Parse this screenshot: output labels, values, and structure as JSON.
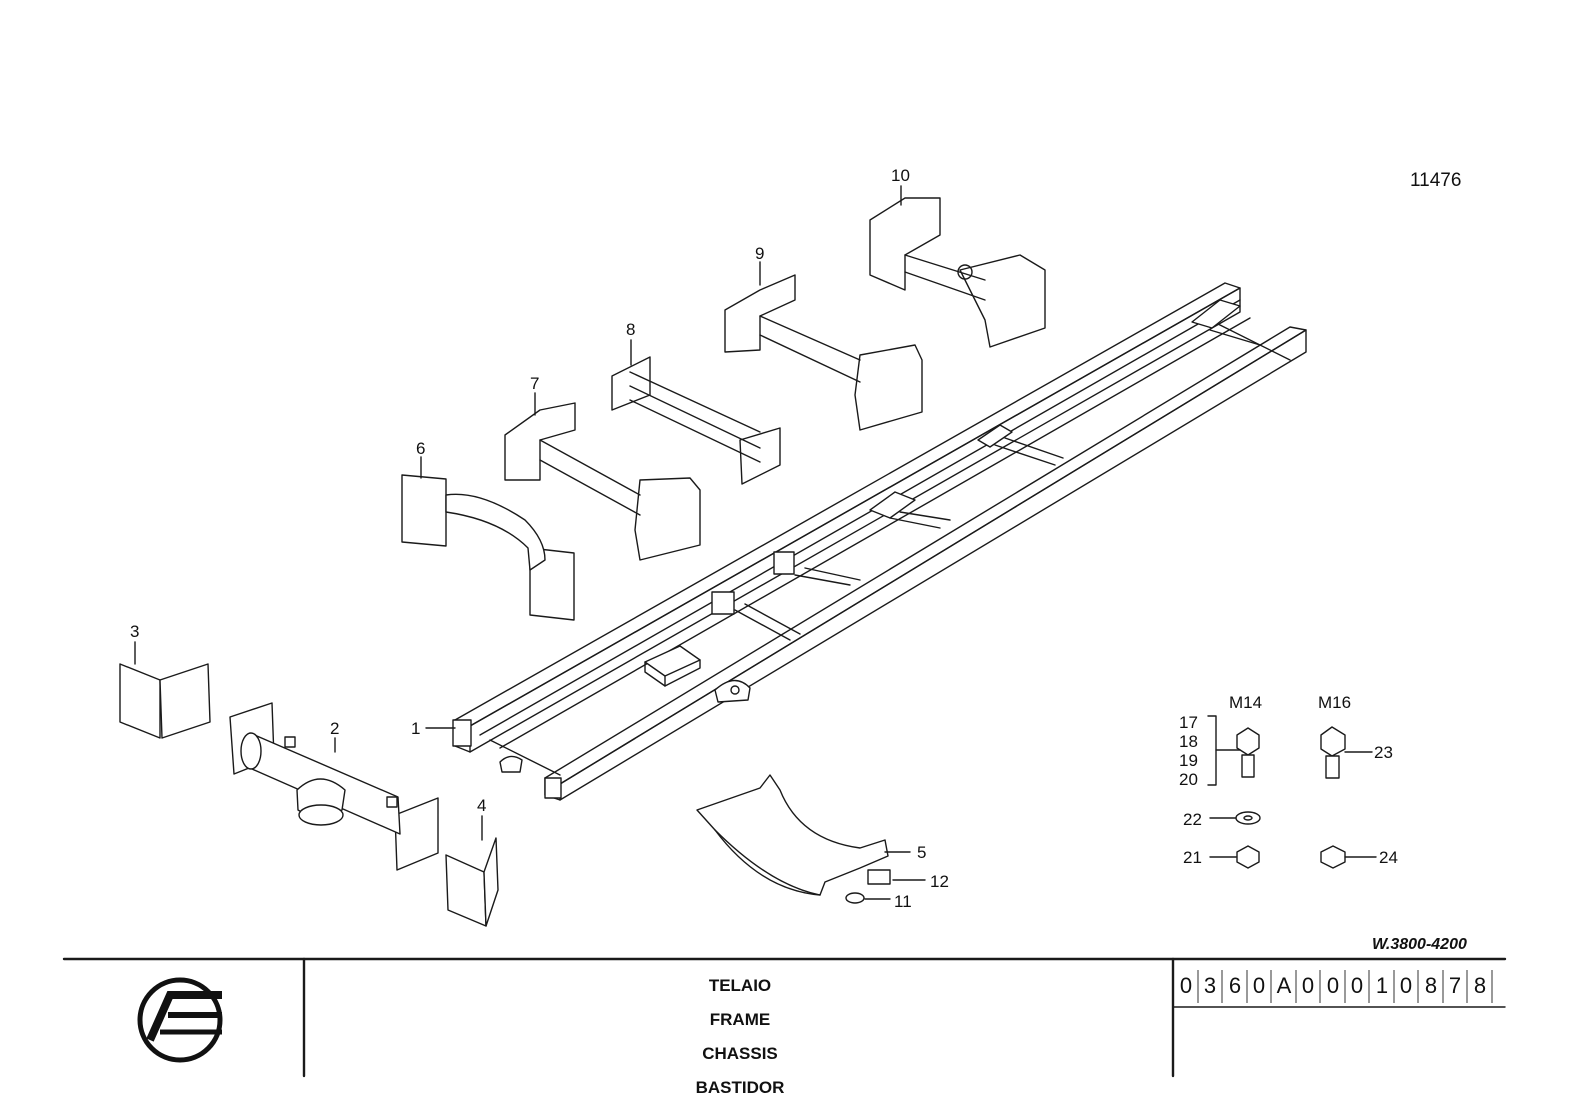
{
  "drawing_number": "11476",
  "variant_range": "W.3800-4200",
  "title_block": {
    "titles": [
      "TELAIO",
      "FRAME",
      "CHASSIS",
      "BASTIDOR"
    ],
    "part_code_chars": [
      "0",
      "3",
      "6",
      "0",
      "A",
      "0",
      "0",
      "0",
      "1",
      "0",
      "8",
      "7",
      "8"
    ]
  },
  "callouts": {
    "c1": "1",
    "c2": "2",
    "c3": "3",
    "c4": "4",
    "c5": "5",
    "c6": "6",
    "c7": "7",
    "c8": "8",
    "c9": "9",
    "c10": "10",
    "c11": "11",
    "c12": "12",
    "c17": "17",
    "c18": "18",
    "c19": "19",
    "c20": "20",
    "c21": "21",
    "c22": "22",
    "c23": "23",
    "c24": "24"
  },
  "thread_sizes": {
    "m14": "M14",
    "m16": "M16"
  },
  "colors": {
    "line": "#1a1a1a",
    "background": "#ffffff"
  }
}
